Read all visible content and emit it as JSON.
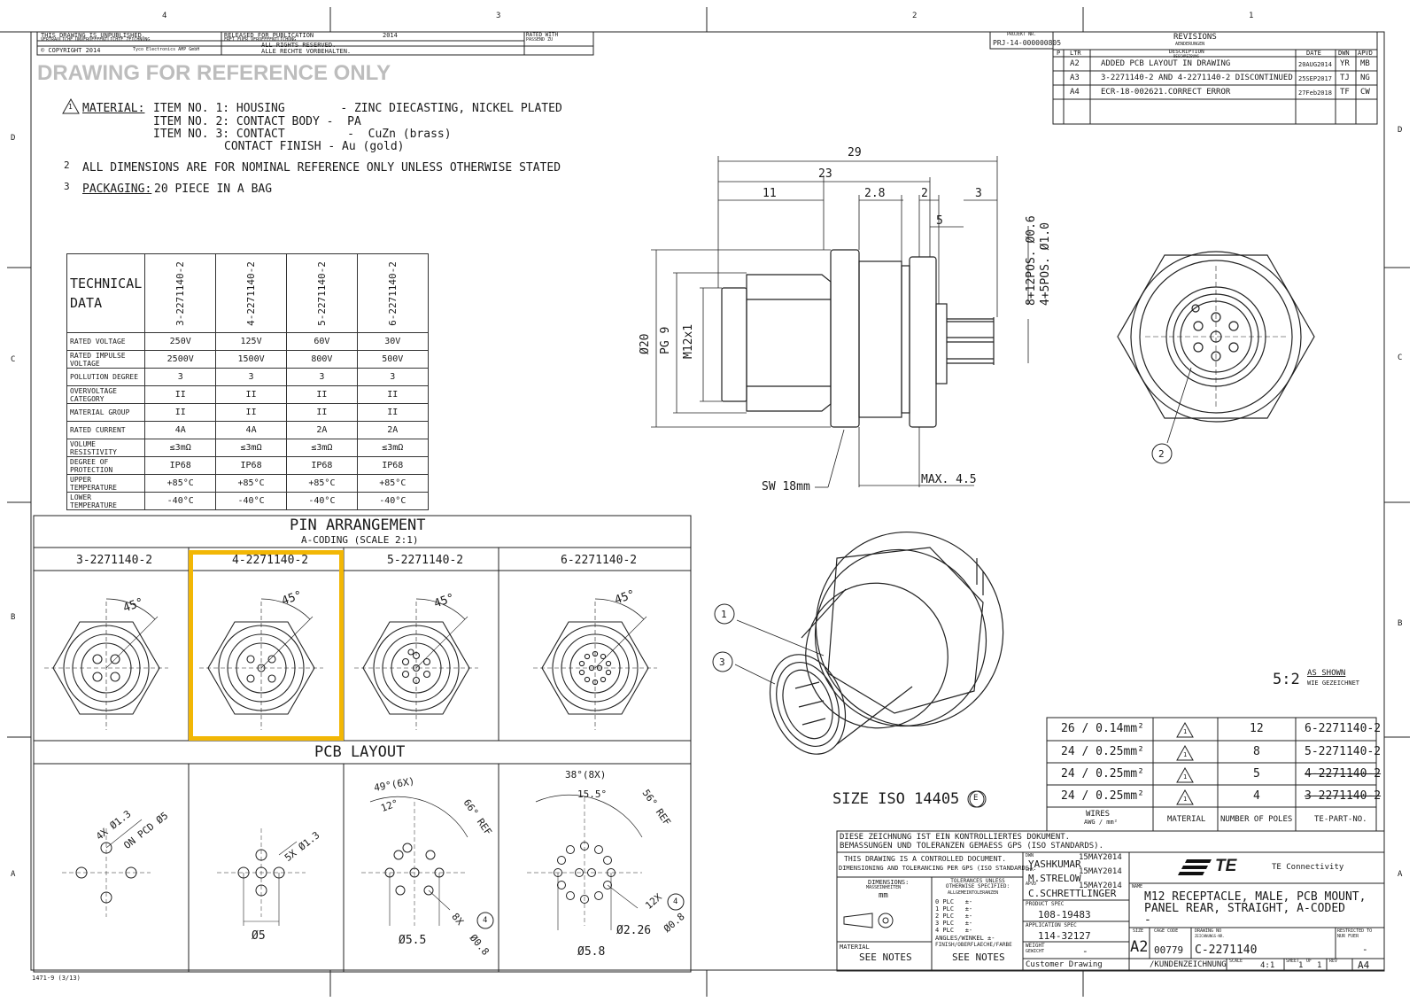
{
  "header": {
    "unpublished": "THIS DRAWING IS UNPUBLISHED.",
    "unpublished_de": "VERTRAULICHE UNVEROEFFENTLICHTE ZEICHNUNG",
    "released": "RELEASED FOR PUBLICATION",
    "released_de": "FREI FUER VEROEFFENTLICHUNG",
    "year": "2014",
    "rated_with": "RATED WITH",
    "rated_with_de": "PASSEND ZU",
    "copyright": "© COPYRIGHT 2014",
    "company_small": "Tyco Electronics AMP GmbH",
    "rights": "ALL RIGHTS RESERVED.",
    "rights_de": "ALLE RECHTE VORBEHALTEN.",
    "project_label": "PROJEKT NR.",
    "project_no": "PRJ-14-000000805"
  },
  "reference_banner": "DRAWING FOR REFERENCE ONLY",
  "zones": {
    "top": [
      "4",
      "3",
      "2",
      "1"
    ],
    "side": [
      "D",
      "C",
      "B",
      "A"
    ]
  },
  "revisions": {
    "title": "REVISIONS",
    "title_de": "AENDERUNGEN",
    "headers": [
      "P",
      "LTR",
      "DESCRIPTION",
      "DATE",
      "DWN",
      "APVD"
    ],
    "desc_de": "BESCHREIBUNG",
    "rows": [
      {
        "ltr": "A2",
        "desc": "ADDED PCB LAYOUT IN DRAWING",
        "date": "20AUG2014",
        "dwn": "YR",
        "apvd": "MB"
      },
      {
        "ltr": "A3",
        "desc": "3-2271140-2 AND 4-2271140-2 DISCONTINUED",
        "date": "25SEP2017",
        "dwn": "TJ",
        "apvd": "NG"
      },
      {
        "ltr": "A4",
        "desc": "ECR-18-002621.CORRECT ERROR",
        "date": "27Feb2018",
        "dwn": "TF",
        "apvd": "CW"
      }
    ]
  },
  "notes": {
    "n1_mark": "1",
    "material_label": "MATERIAL:",
    "items": [
      "ITEM NO. 1: HOUSING        - ZINC DIECASTING, NICKEL PLATED",
      "ITEM NO. 2: CONTACT BODY -  PA",
      "ITEM NO. 3: CONTACT         -  CuZn (brass)",
      "CONTACT FINISH - Au (gold)"
    ],
    "n2_mark": "2",
    "n2": "ALL DIMENSIONS ARE FOR NOMINAL REFERENCE ONLY UNLESS OTHERWISE STATED",
    "n3_mark": "3",
    "packaging_label": "PACKAGING:",
    "packaging": "20 PIECE IN A BAG"
  },
  "technical_data": {
    "title_1": "TECHNICAL",
    "title_2": "DATA",
    "parts": [
      "3-2271140-2",
      "4-2271140-2",
      "5-2271140-2",
      "6-2271140-2"
    ],
    "rows": [
      {
        "label": "RATED VOLTAGE",
        "values": [
          "250V",
          "125V",
          "60V",
          "30V"
        ]
      },
      {
        "label": "RATED IMPULSE VOLTAGE",
        "values": [
          "2500V",
          "1500V",
          "800V",
          "500V"
        ]
      },
      {
        "label": "POLLUTION DEGREE",
        "values": [
          "3",
          "3",
          "3",
          "3"
        ]
      },
      {
        "label": "OVERVOLTAGE CATEGORY",
        "values": [
          "II",
          "II",
          "II",
          "II"
        ]
      },
      {
        "label": "MATERIAL GROUP",
        "values": [
          "II",
          "II",
          "II",
          "II"
        ]
      },
      {
        "label": "RATED CURRENT",
        "values": [
          "4A",
          "4A",
          "2A",
          "2A"
        ]
      },
      {
        "label": "VOLUME RESISTIVITY",
        "values": [
          "≤3mΩ",
          "≤3mΩ",
          "≤3mΩ",
          "≤3mΩ"
        ]
      },
      {
        "label": "DEGREE OF PROTECTION",
        "values": [
          "IP68",
          "IP68",
          "IP68",
          "IP68"
        ]
      },
      {
        "label": "UPPER TEMPERATURE",
        "values": [
          "+85°C",
          "+85°C",
          "+85°C",
          "+85°C"
        ]
      },
      {
        "label": "LOWER TEMPERATURE",
        "values": [
          "-40°C",
          "-40°C",
          "-40°C",
          "-40°C"
        ]
      }
    ]
  },
  "pin_arrangement": {
    "title": "PIN ARRANGEMENT",
    "subtitle": "A-CODING (SCALE 2:1)",
    "parts": [
      "3-2271140-2",
      "4-2271140-2",
      "5-2271140-2",
      "6-2271140-2"
    ],
    "angle": "45°"
  },
  "pcb_layout": {
    "title": "PCB LAYOUT",
    "p1_holes": "4X Ø1.3",
    "p1_pcd": "ON PCD Ø5",
    "p2_holes": "5X Ø1.3",
    "p2_dia": "Ø5",
    "p3_angle": "49°(6X)",
    "p3_a2": "12°",
    "p3_ref": "66° REF",
    "p3_dia": "Ø5.5",
    "p3_holes": "8X",
    "p3_mark": "4",
    "p3_hole_dia": "Ø0.8",
    "p4_angle": "38°(8X)",
    "p4_a2": "15.5°",
    "p4_ref": "56° REF",
    "p4_dia": "Ø5.8",
    "p4_dia2": "Ø2.26",
    "p4_holes": "12X",
    "p4_mark": "4",
    "p4_hole_dia": "Ø0.8"
  },
  "side_view": {
    "d29": "29",
    "d23": "23",
    "d11": "11",
    "d28": "2.8",
    "d2": "2",
    "d3": "3",
    "d5": "5",
    "pin_a": "8+12POS. Ø0.6",
    "pin_b": "4+5POS. Ø1.0",
    "d20": "Ø20",
    "pg9": "PG 9",
    "m12": "M12x1",
    "sw": "SW 18mm",
    "max": "MAX. 4.5"
  },
  "callouts": {
    "c1": "1",
    "c2": "2",
    "c3": "3"
  },
  "size_note": "SIZE ISO 14405",
  "size_mark": "E",
  "scale_note": {
    "ratio": "5:2",
    "shown": "AS SHOWN",
    "shown_de": "WIE GEZEICHNET"
  },
  "variants": {
    "rows": [
      {
        "wires": "26 / 0.14mm²",
        "poles": "12",
        "part": "6-2271140-2",
        "struck": false
      },
      {
        "wires": "24 / 0.25mm²",
        "poles": "8",
        "part": "5-2271140-2",
        "struck": false
      },
      {
        "wires": "24 / 0.25mm²",
        "poles": "5",
        "part": "4-2271140-2",
        "struck": true
      },
      {
        "wires": "24 / 0.25mm²",
        "poles": "4",
        "part": "3-2271140-2",
        "struck": true
      }
    ],
    "warn_mark": "1",
    "h_wires": "WIRES",
    "h_wires_sub": "AWG / mm²",
    "h_material": "MATERIAL",
    "h_poles": "NUMBER OF POLES",
    "h_part": "TE-PART-NO."
  },
  "title_block": {
    "controlled_de_1": "DIESE ZEICHNUNG IST EIN KONTROLLIERTES DOKUMENT.",
    "controlled_de_2": "BEMASSUNGEN UND TOLERANZEN GEMAESS GPS (ISO STANDARDS).",
    "controlled_1": "THIS DRAWING IS A CONTROLLED DOCUMENT.",
    "controlled_2": "DIMENSIONING AND TOLERANCING PER GPS (ISO STANDARDS).",
    "dim_label": "DIMENSIONS:",
    "dim_de": "MASSEINHEITEN",
    "dim_unit": "mm",
    "tol_label": "TOLERANCES UNLESS OTHERWISE SPECIFIED:",
    "tol_de": "ALLGEMEINTOLERANZEN",
    "tol_rows": [
      "0 PLC   ±-",
      "1 PLC   ±-",
      "2 PLC   ±-",
      "3 PLC   ±-",
      "4 PLC   ±-"
    ],
    "angles": "ANGLES/WINKEL ±-",
    "finish_label": "FINISH/OBERFLAECHE/FARBE",
    "finish": "SEE NOTES",
    "material_label": "MATERIAL",
    "material": "SEE NOTES",
    "dwn_label": "DWN",
    "dwn": "YASHKUMAR",
    "dwn_date": "15MAY2014",
    "chk_label": "CHK",
    "chk": "M.STRELOW",
    "chk_date": "15MAY2014",
    "apvd_label": "APVD",
    "apvd": "C.SCHRETTLINGER",
    "apvd_date": "15MAY2014",
    "prod_spec_label": "PRODUCT SPEC",
    "prod_spec": "108-19483",
    "app_spec_label": "APPLICATION SPEC",
    "app_spec": "114-32127",
    "weight_label": "WEIGHT",
    "weight_de": "GEWICHT",
    "weight": "-",
    "company": "TE Connectivity",
    "name_label": "NAME",
    "name_1": "M12 RECEPTACLE, MALE, PCB MOUNT,",
    "name_2": "PANEL REAR, STRAIGHT, A-CODED",
    "name_3": "-",
    "size_label": "SIZE",
    "size": "A2",
    "cage_label": "CAGE CODE",
    "cage": "00779",
    "dwg_label": "DRAWING NO",
    "dwg_de": "ZEICHNUNGS-NR.",
    "dwg": "C-2271140",
    "restricted": "RESTRICTED TO",
    "restricted_de": "NUR FUER",
    "restricted_val": "-",
    "customer": "Customer Drawing",
    "kunden": "/KUNDENZEICHNUNG",
    "scale_label": "SCALE",
    "scale": "4:1",
    "sheet_label": "SHEET",
    "sheet": "1",
    "of_label": "OF",
    "of": "1",
    "rev_label": "REV",
    "rev": "A4"
  },
  "form_no": "1471-9 (3/13)"
}
